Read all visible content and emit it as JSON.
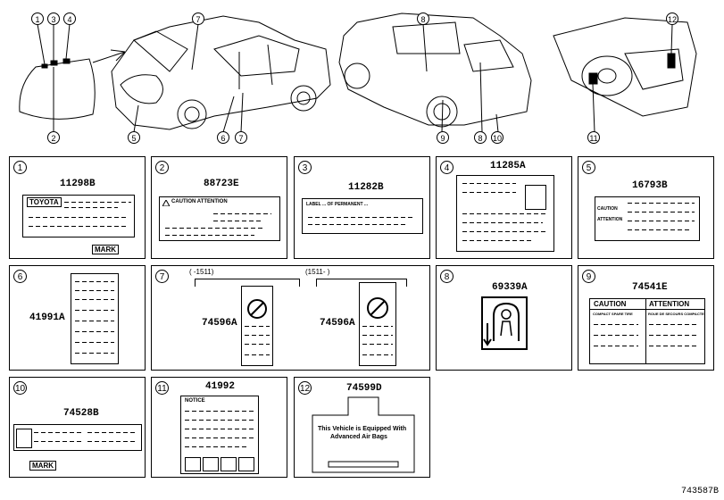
{
  "callouts": [
    "1",
    "2",
    "3",
    "4",
    "5",
    "6",
    "7",
    "8",
    "9",
    "10",
    "11",
    "12"
  ],
  "vehicle_views": {
    "hood_callouts": [
      "1",
      "2",
      "3",
      "4"
    ],
    "front_callouts": [
      "7",
      "5",
      "6",
      "7"
    ],
    "rear_callouts": [
      "8",
      "9",
      "8",
      "10"
    ],
    "dash_callouts": [
      "12",
      "11"
    ]
  },
  "panels": [
    {
      "index": "1",
      "part_number": "11298B",
      "texts": [
        "TOYOTA",
        "MARK"
      ]
    },
    {
      "index": "2",
      "part_number": "88723E",
      "texts": [
        "CAUTION ATTENTION"
      ]
    },
    {
      "index": "3",
      "part_number": "11282B",
      "texts": [
        "LABEL ... OF PERMANENT ..."
      ]
    },
    {
      "index": "4",
      "part_number": "11285A",
      "texts": []
    },
    {
      "index": "5",
      "part_number": "16793B",
      "texts": [
        "CAUTION",
        "ATTENTION"
      ]
    },
    {
      "index": "6",
      "part_number": "41991A",
      "texts": []
    },
    {
      "index": "7",
      "part_number": "74596A",
      "part_number_2": "74596A",
      "range_left": "(    -1511)",
      "range_right": "(1511-      )",
      "texts": []
    },
    {
      "index": "8",
      "part_number": "69339A",
      "texts": []
    },
    {
      "index": "9",
      "part_number": "74541E",
      "texts": [
        "CAUTION",
        "ATTENTION",
        "COMPACT SPARE TIRE",
        "ROUE DE SECOURS COMPACTE"
      ]
    },
    {
      "index": "10",
      "part_number": "74528B",
      "texts": [
        "MARK"
      ]
    },
    {
      "index": "11",
      "part_number": "41992",
      "texts": [
        "NOTICE"
      ]
    },
    {
      "index": "12",
      "part_number": "74599D",
      "texts": [
        "This Vehicle is Equipped With",
        "Advanced Air Bags"
      ]
    }
  ],
  "diagram_ref": "743587B",
  "icons": [
    "airbag-warning-icon",
    "child-seat-icon",
    "warning-triangle-icon"
  ]
}
